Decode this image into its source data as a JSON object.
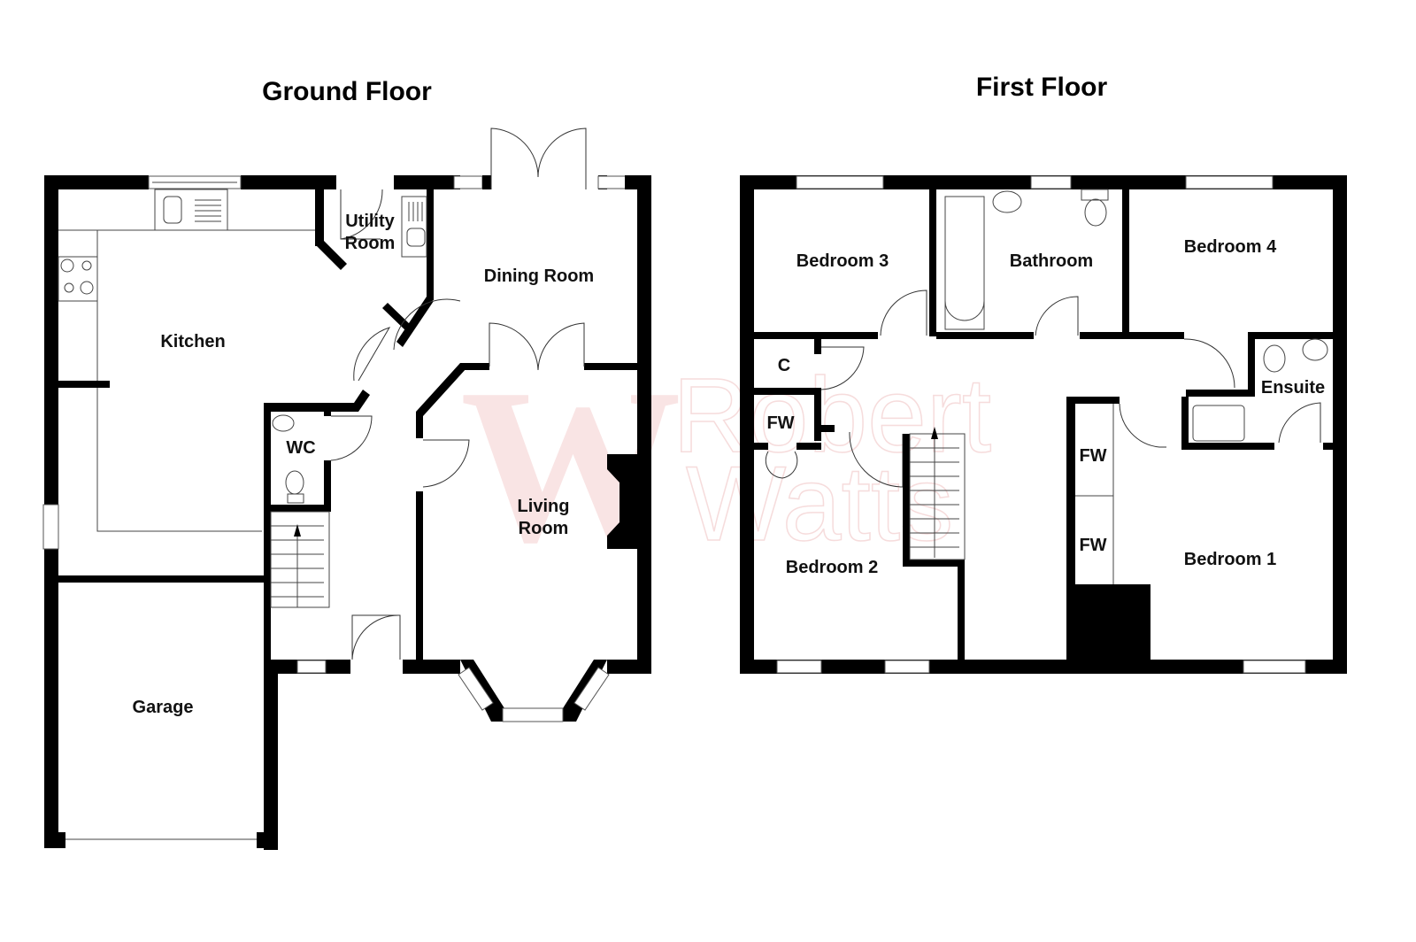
{
  "floors": {
    "ground": {
      "title": "Ground Floor",
      "rooms": {
        "kitchen": "Kitchen",
        "utility_line1": "Utility",
        "utility_line2": "Room",
        "dining": "Dining Room",
        "wc": "WC",
        "living_line1": "Living",
        "living_line2": "Room",
        "garage": "Garage"
      }
    },
    "first": {
      "title": "First Floor",
      "rooms": {
        "bedroom3": "Bedroom 3",
        "bathroom": "Bathroom",
        "bedroom4": "Bedroom 4",
        "cupboard": "C",
        "fw_small": "FW",
        "ensuite": "Ensuite",
        "fw_upper": "FW",
        "fw_lower": "FW",
        "bedroom2": "Bedroom 2",
        "bedroom1": "Bedroom 1"
      }
    }
  },
  "watermark": {
    "logo": "W",
    "line1": "Robert",
    "line2": "Watts"
  },
  "colors": {
    "wall": "#000000",
    "watermark": "#f9e4e4"
  }
}
